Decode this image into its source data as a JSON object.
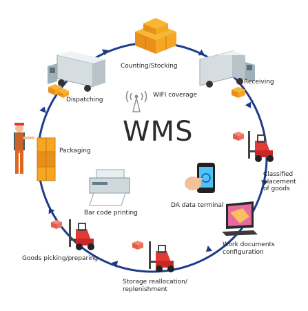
{
  "diagram": {
    "title": "WMS",
    "center_items": {
      "wifi": "WIFI coverage",
      "terminal": "DA data terminal",
      "printing": "Bar code printing"
    },
    "stages": [
      {
        "label": "Counting/Stocking",
        "icon": "boxes-stack-icon"
      },
      {
        "label": "Receiving",
        "icon": "delivery-truck-icon"
      },
      {
        "label": "Classified placement of goods",
        "lines": [
          "Classified",
          "placement",
          "of goods"
        ],
        "icon": "forklift-icon"
      },
      {
        "label": "Work documents configuration",
        "lines": [
          "Work documents",
          "configuration"
        ],
        "icon": "monitor-icon"
      },
      {
        "label": "Storage reallocation/ replenishment",
        "lines": [
          "Storage reallocation/",
          "replenishment"
        ],
        "icon": "forklift-icon"
      },
      {
        "label": "Goods picking/preparing",
        "icon": "forklift-icon"
      },
      {
        "label": "Packaging",
        "icon": "worker-packing-icon"
      },
      {
        "label": "Dispatching",
        "icon": "delivery-truck-icon"
      }
    ],
    "colors": {
      "cycle": "#1e3a8a",
      "box": "#f5a623",
      "forklift": "#e53935",
      "truck": "#cfd8dc",
      "text": "#222222"
    }
  }
}
